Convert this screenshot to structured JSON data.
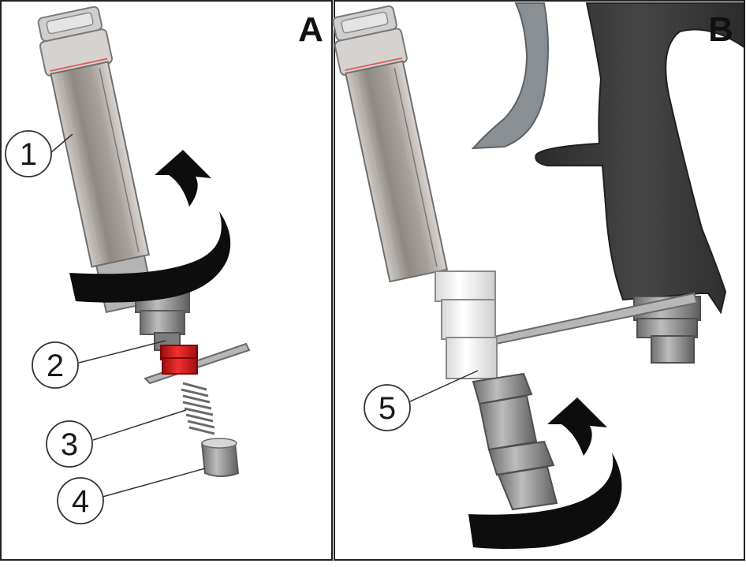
{
  "panels": [
    {
      "letter": "A"
    },
    {
      "letter": "B"
    }
  ],
  "callouts": [
    {
      "number": "1",
      "part": "cartridge"
    },
    {
      "number": "2",
      "part": "valve-seal"
    },
    {
      "number": "3",
      "part": "spring"
    },
    {
      "number": "4",
      "part": "cap"
    },
    {
      "number": "5",
      "part": "valve-assembly"
    }
  ],
  "colors": {
    "frame": "#222222",
    "arrow": "#0d0d0d",
    "handle": "#3a3a3a",
    "trigger": "#8a8f94",
    "seal": "#d81b1b",
    "metal": "#9a9a9a",
    "glass": "#9c9690"
  }
}
